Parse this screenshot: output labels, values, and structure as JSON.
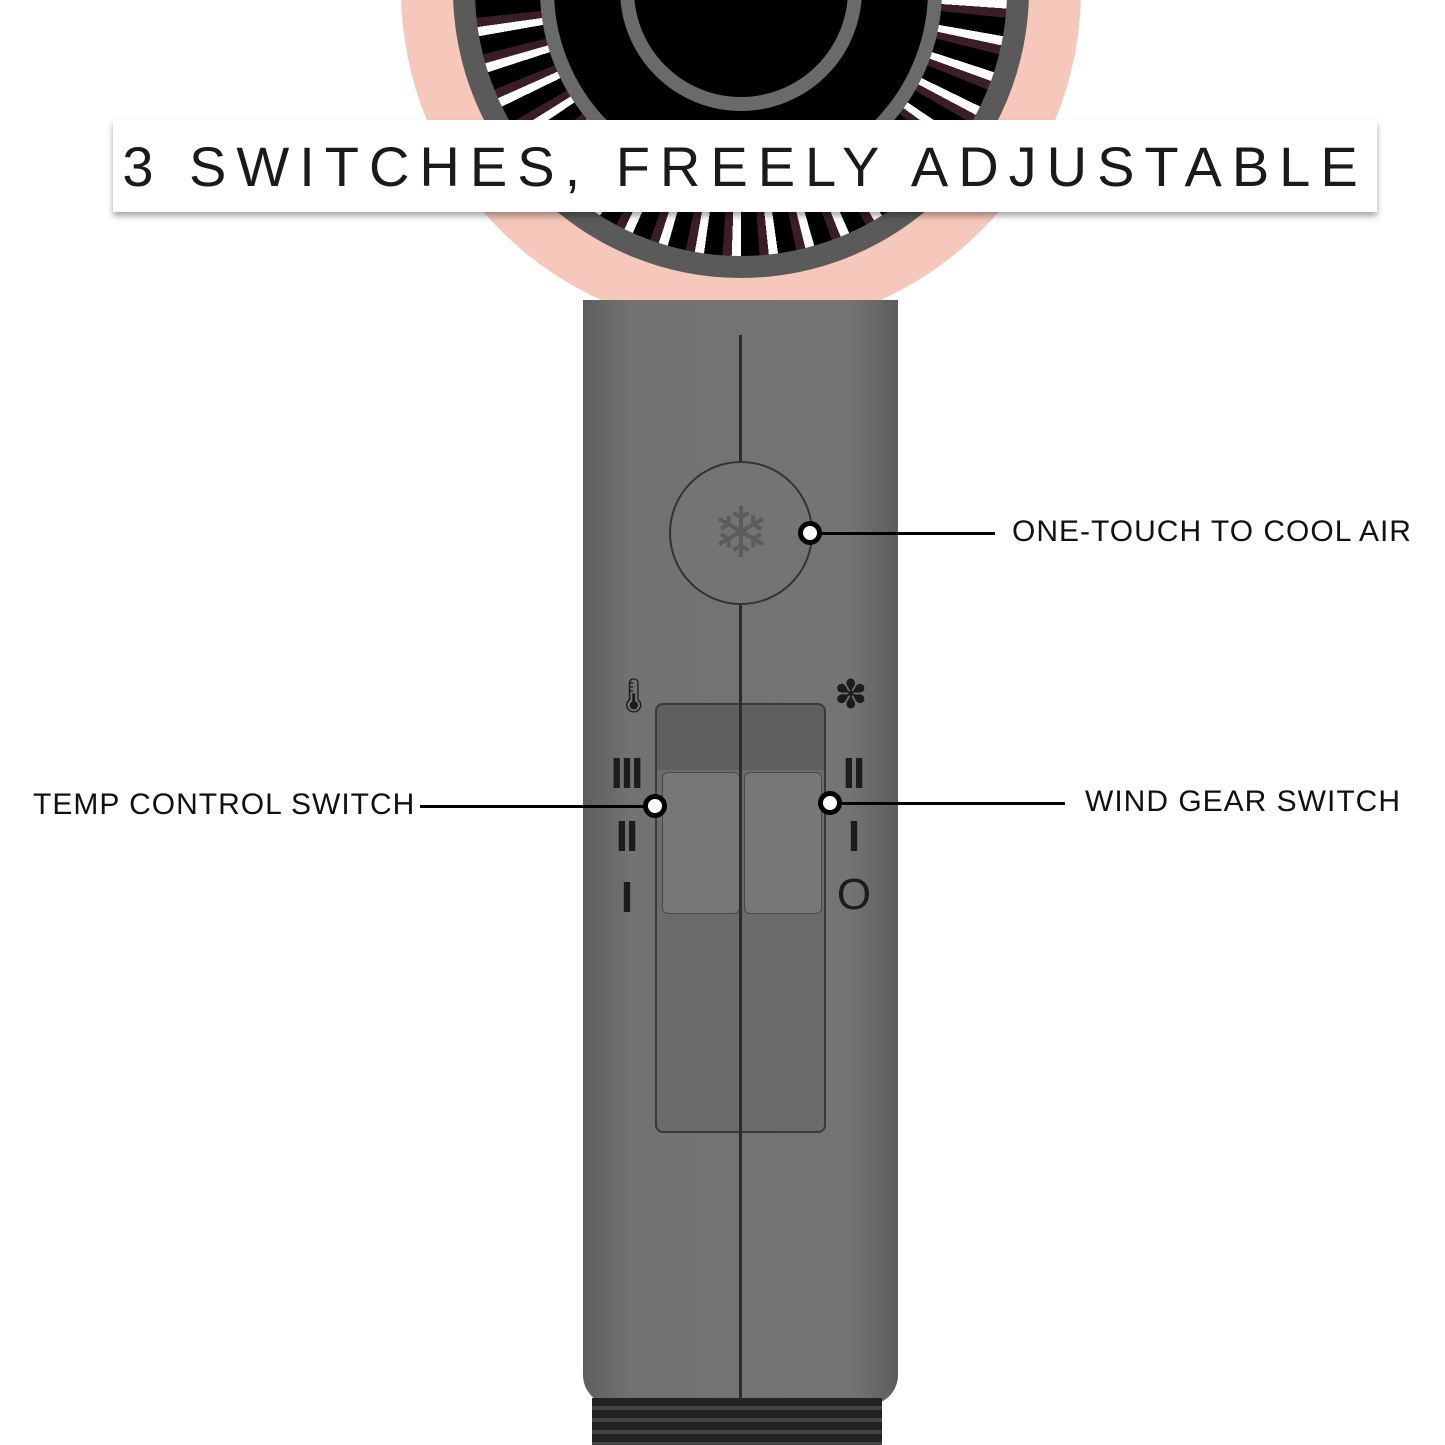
{
  "banner": {
    "title": "3 SWITCHES, FREELY ADJUSTABLE"
  },
  "callouts": {
    "cool": "ONE-TOUCH TO COOL AIR",
    "temp": "TEMP CONTROL SWITCH",
    "wind": "WIND GEAR SWITCH"
  },
  "temp_marks": [
    "III",
    "II",
    "I"
  ],
  "wind_marks": [
    "II",
    "I",
    "O"
  ],
  "icons": {
    "cool": "❄",
    "temp": "🌡",
    "wind": "✽"
  },
  "colors": {
    "ring": "#f6c7bb",
    "body": "#727272",
    "banner_text": "#1a1a1a"
  }
}
